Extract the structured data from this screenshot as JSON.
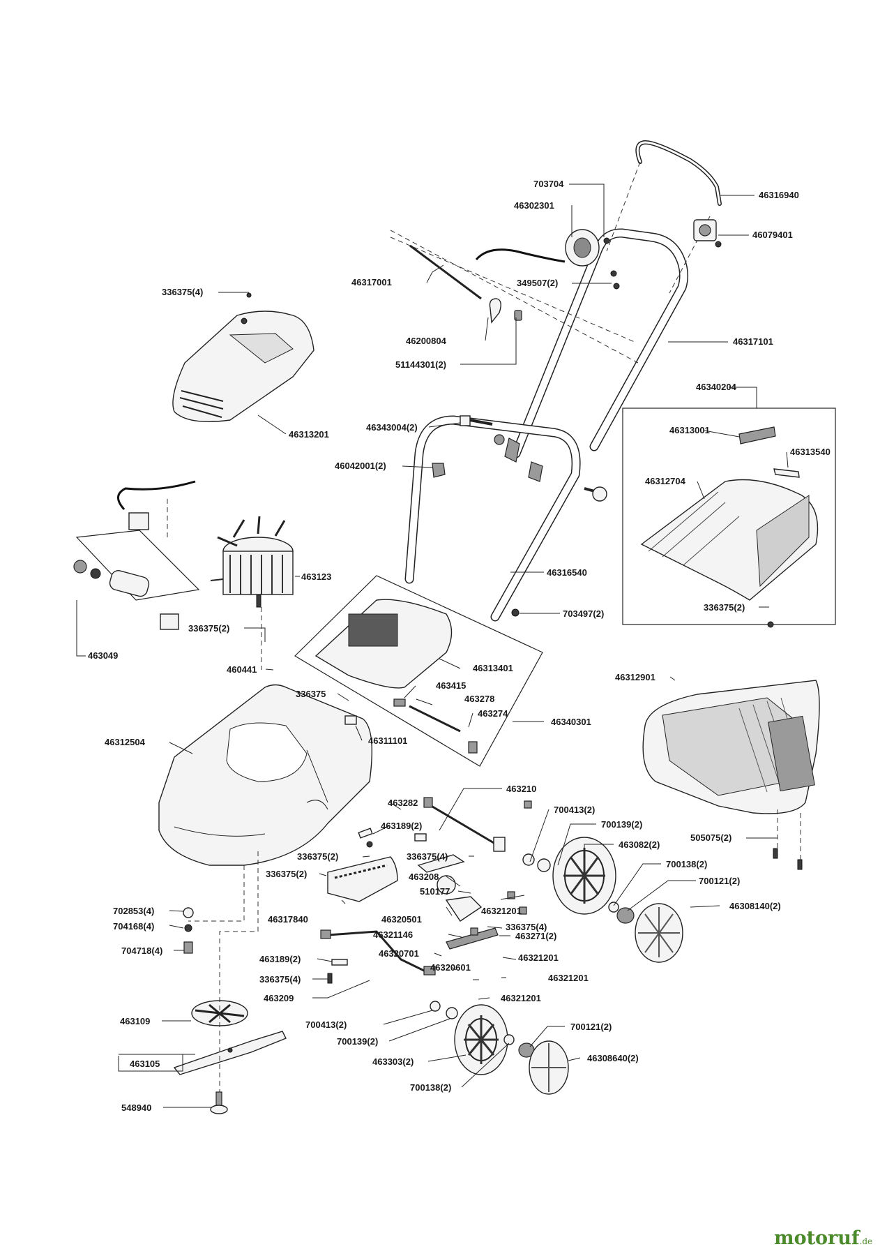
{
  "brand": {
    "logo_main": "motoruf",
    "logo_suffix": ".de",
    "logo_color": "#4b8a2a"
  },
  "labels": [
    {
      "id": "703704",
      "text": "703704"
    },
    {
      "id": "46316940",
      "text": "46316940"
    },
    {
      "id": "46302301",
      "text": "46302301"
    },
    {
      "id": "46079401",
      "text": "46079401"
    },
    {
      "id": "336375_4_top",
      "text": "336375(4)"
    },
    {
      "id": "46317001",
      "text": "46317001"
    },
    {
      "id": "349507_2",
      "text": "349507(2)"
    },
    {
      "id": "46200804",
      "text": "46200804"
    },
    {
      "id": "46317101",
      "text": "46317101"
    },
    {
      "id": "51144301_2",
      "text": "51144301(2)"
    },
    {
      "id": "46313201",
      "text": "46313201"
    },
    {
      "id": "46340204",
      "text": "46340204"
    },
    {
      "id": "46343004_2",
      "text": "46343004(2)"
    },
    {
      "id": "46313001",
      "text": "46313001"
    },
    {
      "id": "46313540",
      "text": "46313540"
    },
    {
      "id": "46042001_2",
      "text": "46042001(2)"
    },
    {
      "id": "46312704",
      "text": "46312704"
    },
    {
      "id": "463123",
      "text": "463123"
    },
    {
      "id": "46316540",
      "text": "46316540"
    },
    {
      "id": "703497_2",
      "text": "703497(2)"
    },
    {
      "id": "336375_2_right",
      "text": "336375(2)"
    },
    {
      "id": "336375_2_motor",
      "text": "336375(2)"
    },
    {
      "id": "463049",
      "text": "463049"
    },
    {
      "id": "460441",
      "text": "460441"
    },
    {
      "id": "46313401",
      "text": "46313401"
    },
    {
      "id": "46312901",
      "text": "46312901"
    },
    {
      "id": "336375_single",
      "text": "336375"
    },
    {
      "id": "463415",
      "text": "463415"
    },
    {
      "id": "463278",
      "text": "463278"
    },
    {
      "id": "463274",
      "text": "463274"
    },
    {
      "id": "46340301",
      "text": "46340301"
    },
    {
      "id": "46312504",
      "text": "46312504"
    },
    {
      "id": "46311101",
      "text": "46311101"
    },
    {
      "id": "463210",
      "text": "463210"
    },
    {
      "id": "463282",
      "text": "463282"
    },
    {
      "id": "700413_2_top",
      "text": "700413(2)"
    },
    {
      "id": "463189_2_top",
      "text": "463189(2)"
    },
    {
      "id": "700139_2_top",
      "text": "700139(2)"
    },
    {
      "id": "505075_2",
      "text": "505075(2)"
    },
    {
      "id": "336375_2_mid",
      "text": "336375(2)"
    },
    {
      "id": "336375_4_mid",
      "text": "336375(4)"
    },
    {
      "id": "463082_2",
      "text": "463082(2)"
    },
    {
      "id": "336375_2_low",
      "text": "336375(2)"
    },
    {
      "id": "700138_2_top",
      "text": "700138(2)"
    },
    {
      "id": "463208",
      "text": "463208"
    },
    {
      "id": "700121_2_top",
      "text": "700121(2)"
    },
    {
      "id": "510177",
      "text": "510177"
    },
    {
      "id": "702853_4",
      "text": "702853(4)"
    },
    {
      "id": "46321201_a",
      "text": "46321201"
    },
    {
      "id": "46308140_2",
      "text": "46308140(2)"
    },
    {
      "id": "46317840",
      "text": "46317840"
    },
    {
      "id": "46320501",
      "text": "46320501"
    },
    {
      "id": "704168_4",
      "text": "704168(4)"
    },
    {
      "id": "336375_4_low",
      "text": "336375(4)"
    },
    {
      "id": "46321146",
      "text": "46321146"
    },
    {
      "id": "463271_2",
      "text": "463271(2)"
    },
    {
      "id": "704718_4",
      "text": "704718(4)"
    },
    {
      "id": "46320701",
      "text": "46320701"
    },
    {
      "id": "46321201_b",
      "text": "46321201"
    },
    {
      "id": "463189_2_low",
      "text": "463189(2)"
    },
    {
      "id": "46320601",
      "text": "46320601"
    },
    {
      "id": "336375_4_bottom",
      "text": "336375(4)"
    },
    {
      "id": "46321201_c",
      "text": "46321201"
    },
    {
      "id": "463209",
      "text": "463209"
    },
    {
      "id": "46321201_d",
      "text": "46321201"
    },
    {
      "id": "463109",
      "text": "463109"
    },
    {
      "id": "700413_2_low",
      "text": "700413(2)"
    },
    {
      "id": "700121_2_low",
      "text": "700121(2)"
    },
    {
      "id": "700139_2_low",
      "text": "700139(2)"
    },
    {
      "id": "463105",
      "text": "463105"
    },
    {
      "id": "463303_2",
      "text": "463303(2)"
    },
    {
      "id": "46308640_2",
      "text": "46308640(2)"
    },
    {
      "id": "700138_2_low",
      "text": "700138(2)"
    },
    {
      "id": "548940",
      "text": "548940"
    }
  ]
}
